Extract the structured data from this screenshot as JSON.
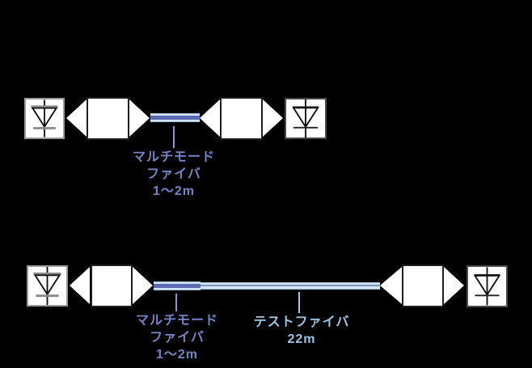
{
  "figure": {
    "description_domain": "optical-fiber-test-setup-diagram",
    "background_color": "#000000"
  },
  "colors": {
    "multimode_core": "#5b6bb2",
    "fiber_sheath_light": "#cfe3f2",
    "test_fiber_light": "#d4e6f2",
    "test_fiber_core_line": "#7d92c0",
    "multimode_label_text": "#7485c6",
    "test_label_text": "#9fc5e5",
    "box_fill": "#ffffff"
  },
  "setup1": {
    "fiber_label": [
      "マルチモード",
      "ファイバ",
      "1～2m"
    ]
  },
  "setup2": {
    "multimode_label": [
      "マルチモード",
      "ファイバ",
      "1～2m"
    ],
    "test_label": [
      "テストファイバ",
      "22m"
    ]
  }
}
